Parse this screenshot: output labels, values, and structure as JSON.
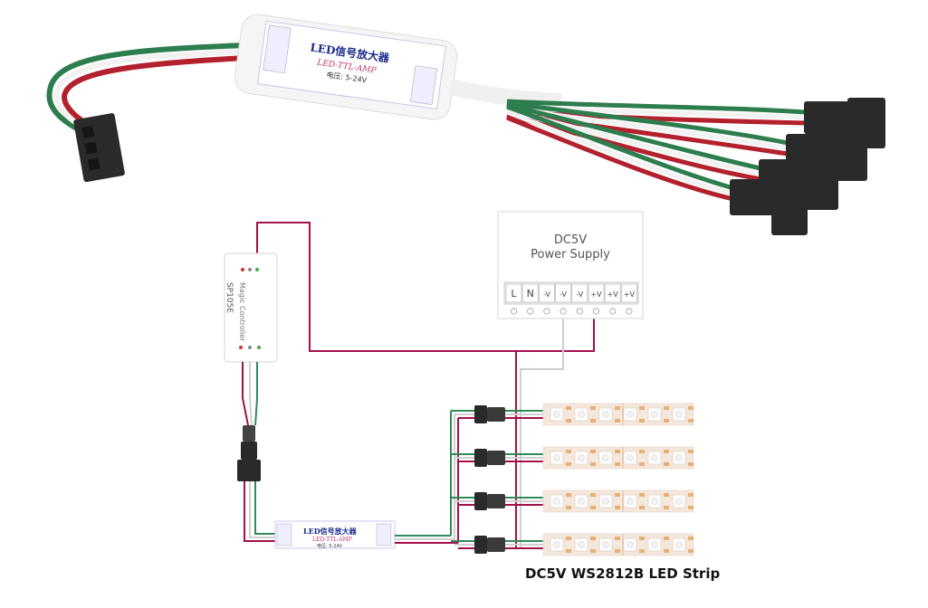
{
  "power_supply": {
    "title": "DC5V",
    "subtitle": "Power Supply",
    "terminals": [
      "L",
      "N",
      "-V",
      "-V",
      "-V",
      "+V",
      "+V",
      "+V"
    ]
  },
  "controller": {
    "model": "SP105E",
    "subtitle": "Magic Controller"
  },
  "amplifier": {
    "label": "LED信号放大器",
    "sublabel": "LED-TTL-AMP",
    "voltage": "电压: 5-24V"
  },
  "strip": {
    "label": "DC5V WS2812B LED Strip",
    "count": 4
  },
  "colors": {
    "power_wire": "#a3104a",
    "data_wire": "#2e8b57",
    "ground_wire": "#cfcfcf",
    "connector": "#2a2a2a",
    "strip_pcb": "#f4e7dc",
    "led_chip": "#e8b078"
  }
}
